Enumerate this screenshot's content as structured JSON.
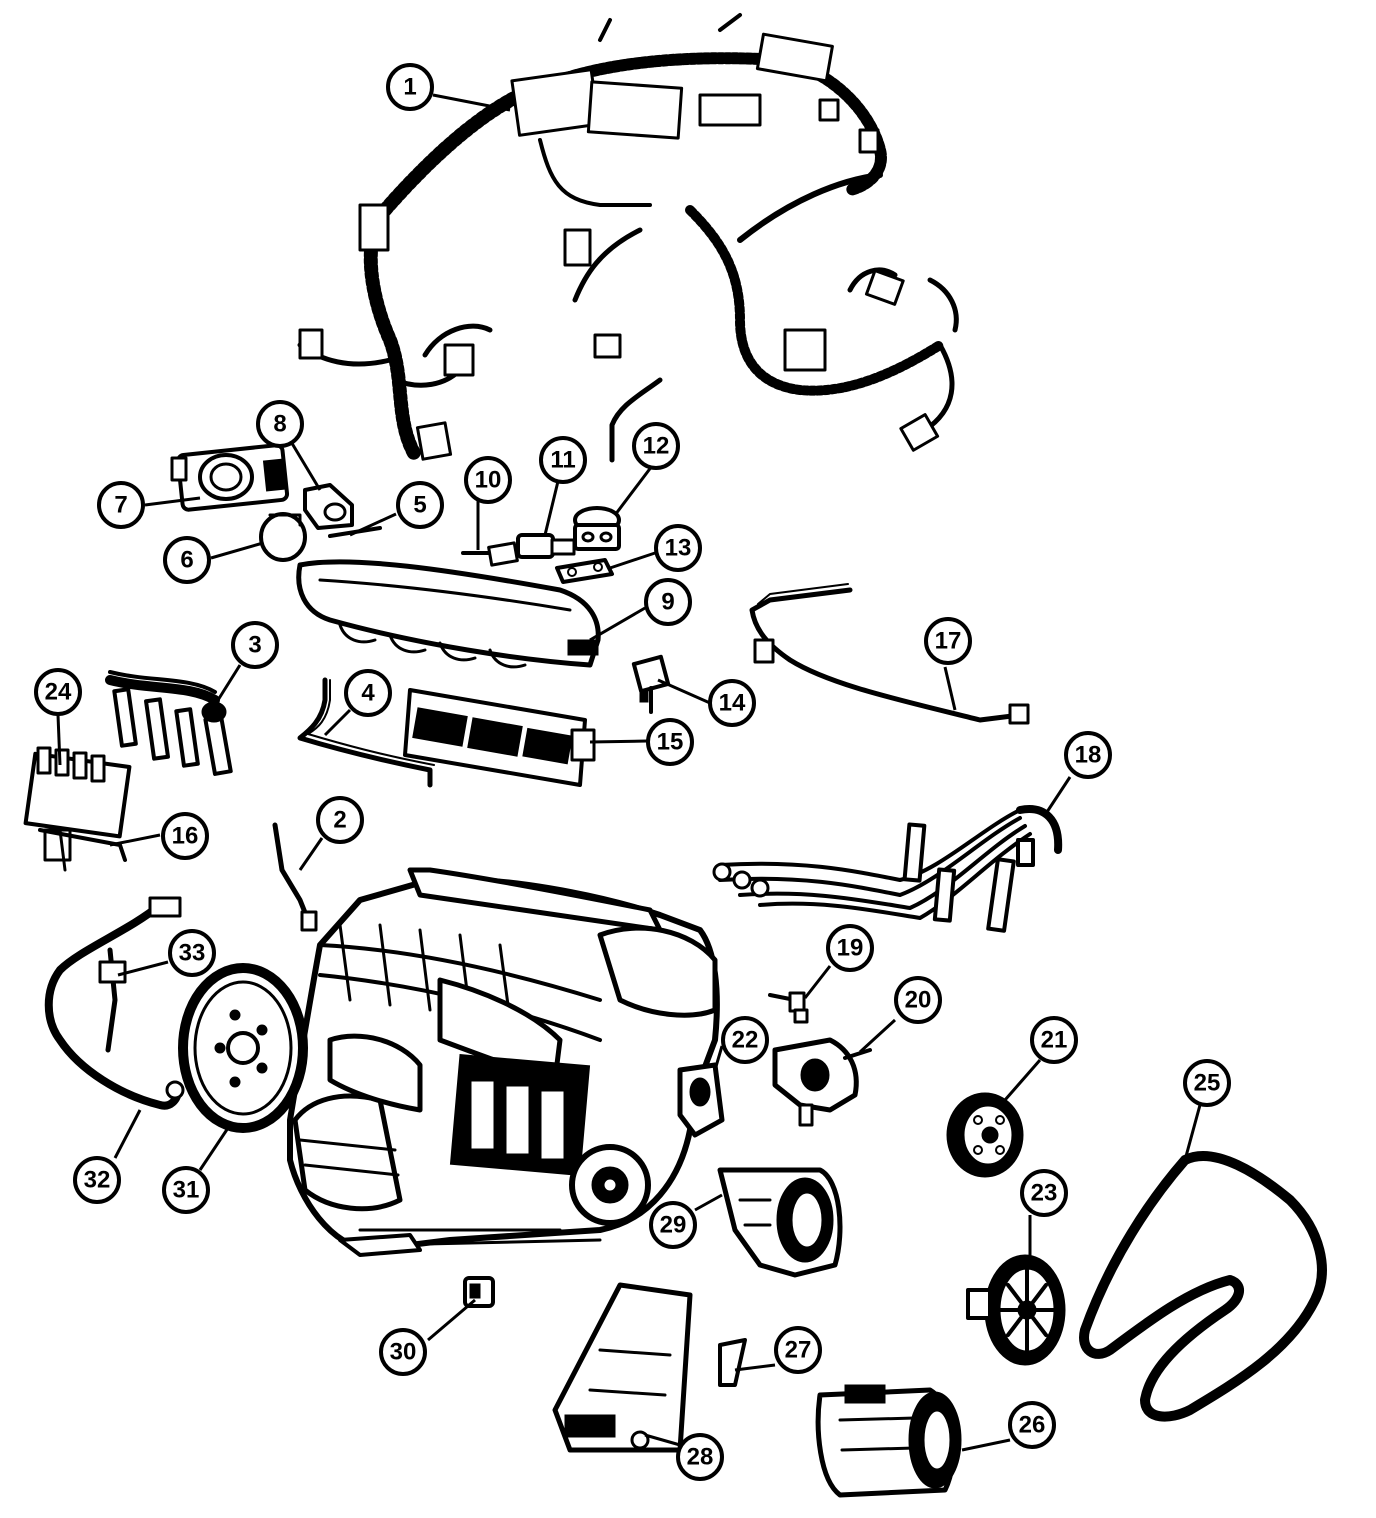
{
  "colors": {
    "ink": "#000000",
    "paper": "#ffffff"
  },
  "callouts": [
    {
      "id": "1",
      "label": "1"
    },
    {
      "id": "2",
      "label": "2"
    },
    {
      "id": "3",
      "label": "3"
    },
    {
      "id": "4",
      "label": "4"
    },
    {
      "id": "5",
      "label": "5"
    },
    {
      "id": "6",
      "label": "6"
    },
    {
      "id": "7",
      "label": "7"
    },
    {
      "id": "8",
      "label": "8"
    },
    {
      "id": "9",
      "label": "9"
    },
    {
      "id": "10",
      "label": "10"
    },
    {
      "id": "11",
      "label": "11"
    },
    {
      "id": "12",
      "label": "12"
    },
    {
      "id": "13",
      "label": "13"
    },
    {
      "id": "14",
      "label": "14"
    },
    {
      "id": "15",
      "label": "15"
    },
    {
      "id": "16",
      "label": "16"
    },
    {
      "id": "17",
      "label": "17"
    },
    {
      "id": "18",
      "label": "18"
    },
    {
      "id": "19",
      "label": "19"
    },
    {
      "id": "20",
      "label": "20"
    },
    {
      "id": "21",
      "label": "21"
    },
    {
      "id": "22",
      "label": "22"
    },
    {
      "id": "23",
      "label": "23"
    },
    {
      "id": "24",
      "label": "24"
    },
    {
      "id": "25",
      "label": "25"
    },
    {
      "id": "26",
      "label": "26"
    },
    {
      "id": "27",
      "label": "27"
    },
    {
      "id": "28",
      "label": "28"
    },
    {
      "id": "29",
      "label": "29"
    },
    {
      "id": "30",
      "label": "30"
    },
    {
      "id": "31",
      "label": "31"
    },
    {
      "id": "32",
      "label": "32"
    },
    {
      "id": "33",
      "label": "33"
    }
  ]
}
